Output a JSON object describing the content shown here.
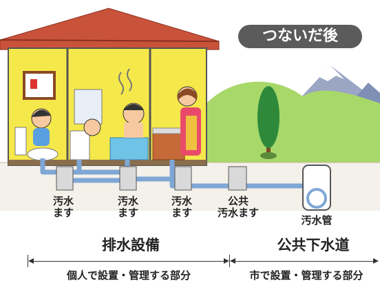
{
  "badge": {
    "label": "つないだ後"
  },
  "labels": {
    "masu1": {
      "line1": "汚水",
      "line2": "ます"
    },
    "masu2": {
      "line1": "汚水",
      "line2": "ます"
    },
    "masu3": {
      "line1": "汚水",
      "line2": "ます"
    },
    "public_masu": {
      "line1": "公共",
      "line2": "汚水ます"
    },
    "sewer_pipe": "汚水管"
  },
  "sections": {
    "drainage": {
      "title": "排水設備",
      "desc": "個人で設置・管理する部分"
    },
    "public_sewer": {
      "title": "公共下水道",
      "desc": "市で設置・管理する部分"
    }
  },
  "colors": {
    "roof": "#c9523a",
    "wall": "#f5e84a",
    "hill": "#a8d86a",
    "pipe": "#7fa7d6",
    "badge": "#5b5b5b"
  }
}
